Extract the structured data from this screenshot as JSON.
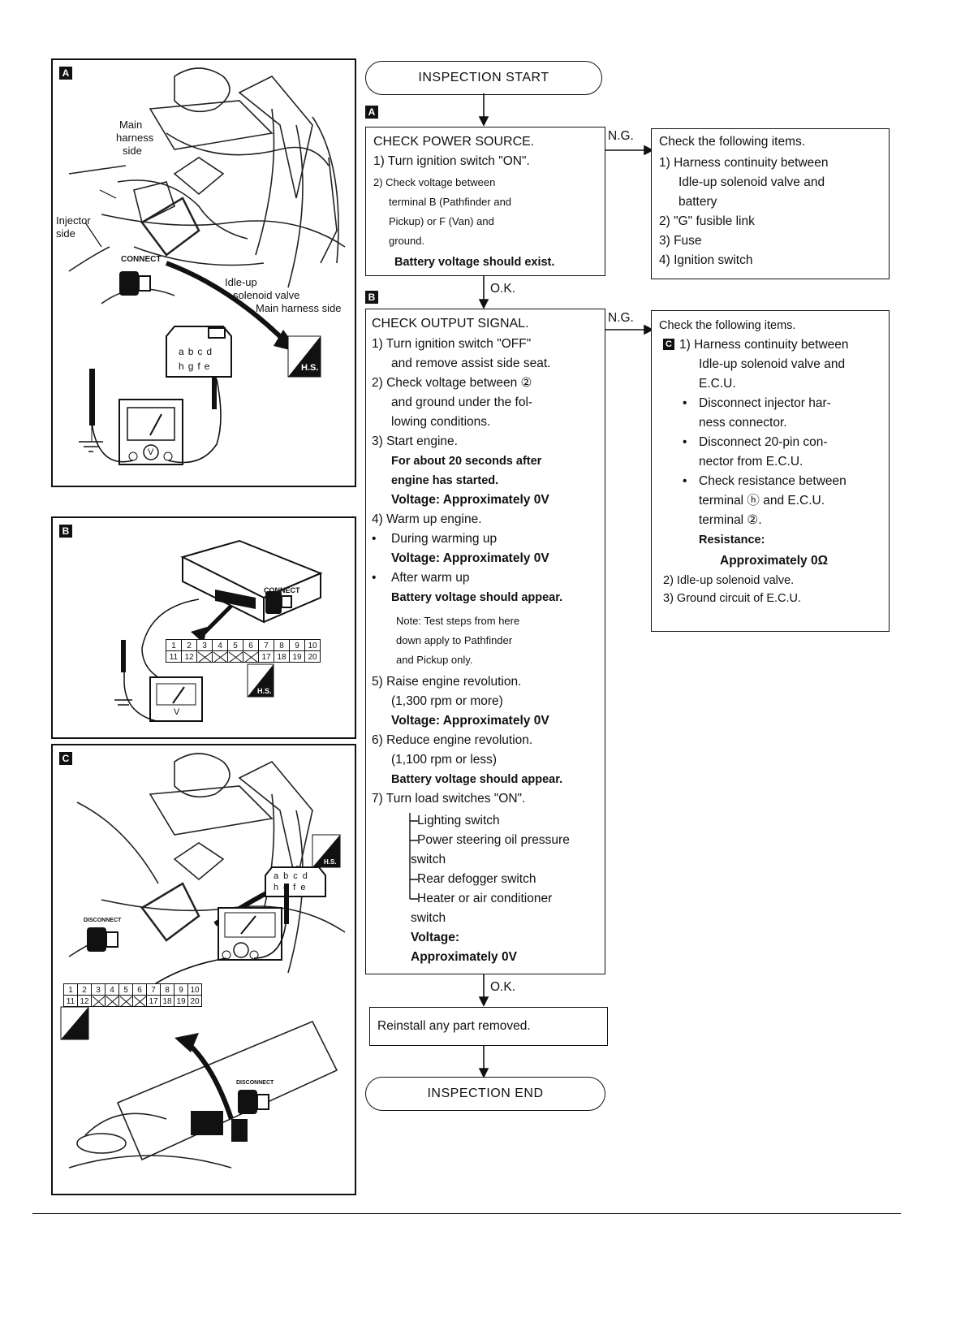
{
  "flow": {
    "start": "INSPECTION START",
    "end": "INSPECTION END",
    "ok_label": "O.K.",
    "ng_label": "N.G.",
    "tag_a": "A",
    "tag_b": "B",
    "tag_c": "C",
    "step_a": {
      "title": "CHECK POWER SOURCE.",
      "line1": "1) Turn ignition switch \"ON\".",
      "line2": "2) Check voltage between",
      "line3": "terminal B (Pathfinder and",
      "line4": "Pickup) or F (Van) and",
      "line5": "ground.",
      "result": "Battery voltage should exist."
    },
    "ng_a": {
      "title": "Check the following items.",
      "l1": "1) Harness continuity between",
      "l2": "Idle-up solenoid valve and",
      "l3": "battery",
      "l4": "2) \"G\" fusible link",
      "l5": "3) Fuse",
      "l6": "4) Ignition switch"
    },
    "step_b": {
      "title": "CHECK OUTPUT SIGNAL.",
      "l1": "1) Turn ignition switch \"OFF\"",
      "l2": "and remove assist side seat.",
      "l3": "2) Check voltage between ②",
      "l4": "and ground under the fol-",
      "l5": "lowing conditions.",
      "l6": "3) Start engine.",
      "l7": "For about 20 seconds after",
      "l8": "engine has started.",
      "l9": "Voltage: Approximately 0V",
      "l10": "4) Warm up engine.",
      "l11": "During warming up",
      "l12": "Voltage: Approximately 0V",
      "l13": "After warm up",
      "l14": "Battery voltage should appear.",
      "note1": "Note: Test steps from here",
      "note2": "down apply to Pathfinder",
      "note3": "and Pickup only.",
      "l15": "5) Raise engine revolution.",
      "l16": "(1,300 rpm or more)",
      "l17": "Voltage: Approximately 0V",
      "l18": "6) Reduce engine revolution.",
      "l19": "(1,100 rpm or less)",
      "l20": "Battery voltage should appear.",
      "l21": "7) Turn load switches \"ON\".",
      "l22": "Lighting switch",
      "l23": "Power steering oil pressure",
      "l24": "switch",
      "l25": "Rear defogger switch",
      "l26": "Heater or air conditioner",
      "l27": "switch",
      "l28": "Voltage:",
      "l29": "Approximately 0V"
    },
    "ng_b": {
      "title": "Check the following items.",
      "l1": "1) Harness continuity between",
      "l2": "Idle-up solenoid valve and",
      "l3": "E.C.U.",
      "l4": "Disconnect injector har-",
      "l5": "ness connector.",
      "l6": "Disconnect 20-pin con-",
      "l7": "nector from E.C.U.",
      "l8": "Check resistance between",
      "l9": "terminal ⓗ and E.C.U.",
      "l10": "terminal ②.",
      "l11": "Resistance:",
      "l12": "Approximately 0Ω",
      "l13": "2) Idle-up solenoid valve.",
      "l14": "3) Ground circuit of E.C.U."
    },
    "final": "Reinstall any part removed."
  },
  "figures": {
    "a": {
      "tag": "A",
      "main_harness": "Main",
      "harness": "harness",
      "side": "side",
      "injector": "Injector",
      "injector_side": "side",
      "connect": "CONNECT",
      "idle1": "Idle-up",
      "idle2": "solenoid valve",
      "idle3": "Main harness side",
      "hs": "H.S.",
      "pins_top": [
        "a",
        "b",
        "c",
        "d"
      ],
      "pins_bottom": [
        "h",
        "g",
        "f",
        "e"
      ],
      "meter": "V"
    },
    "b": {
      "tag": "B",
      "connect": "CONNECT",
      "hs": "H.S.",
      "row1": [
        "1",
        "2",
        "3",
        "4",
        "5",
        "6",
        "7",
        "8",
        "9",
        "10"
      ],
      "row2": [
        "11",
        "12",
        "",
        "",
        "",
        "",
        "17",
        "18",
        "19",
        "20"
      ],
      "meter": "V"
    },
    "c": {
      "tag": "C",
      "hs": "H.S.",
      "disconnect": "DISCONNECT",
      "disconnect2": "DISCONNECT",
      "pins_top": [
        "a",
        "b",
        "c",
        "d"
      ],
      "pins_bottom": [
        "h",
        "g",
        "f",
        "e"
      ],
      "row1": [
        "1",
        "2",
        "3",
        "4",
        "5",
        "6",
        "7",
        "8",
        "9",
        "10"
      ],
      "row2": [
        "11",
        "12",
        "",
        "",
        "",
        "",
        "17",
        "18",
        "19",
        "20"
      ]
    }
  }
}
